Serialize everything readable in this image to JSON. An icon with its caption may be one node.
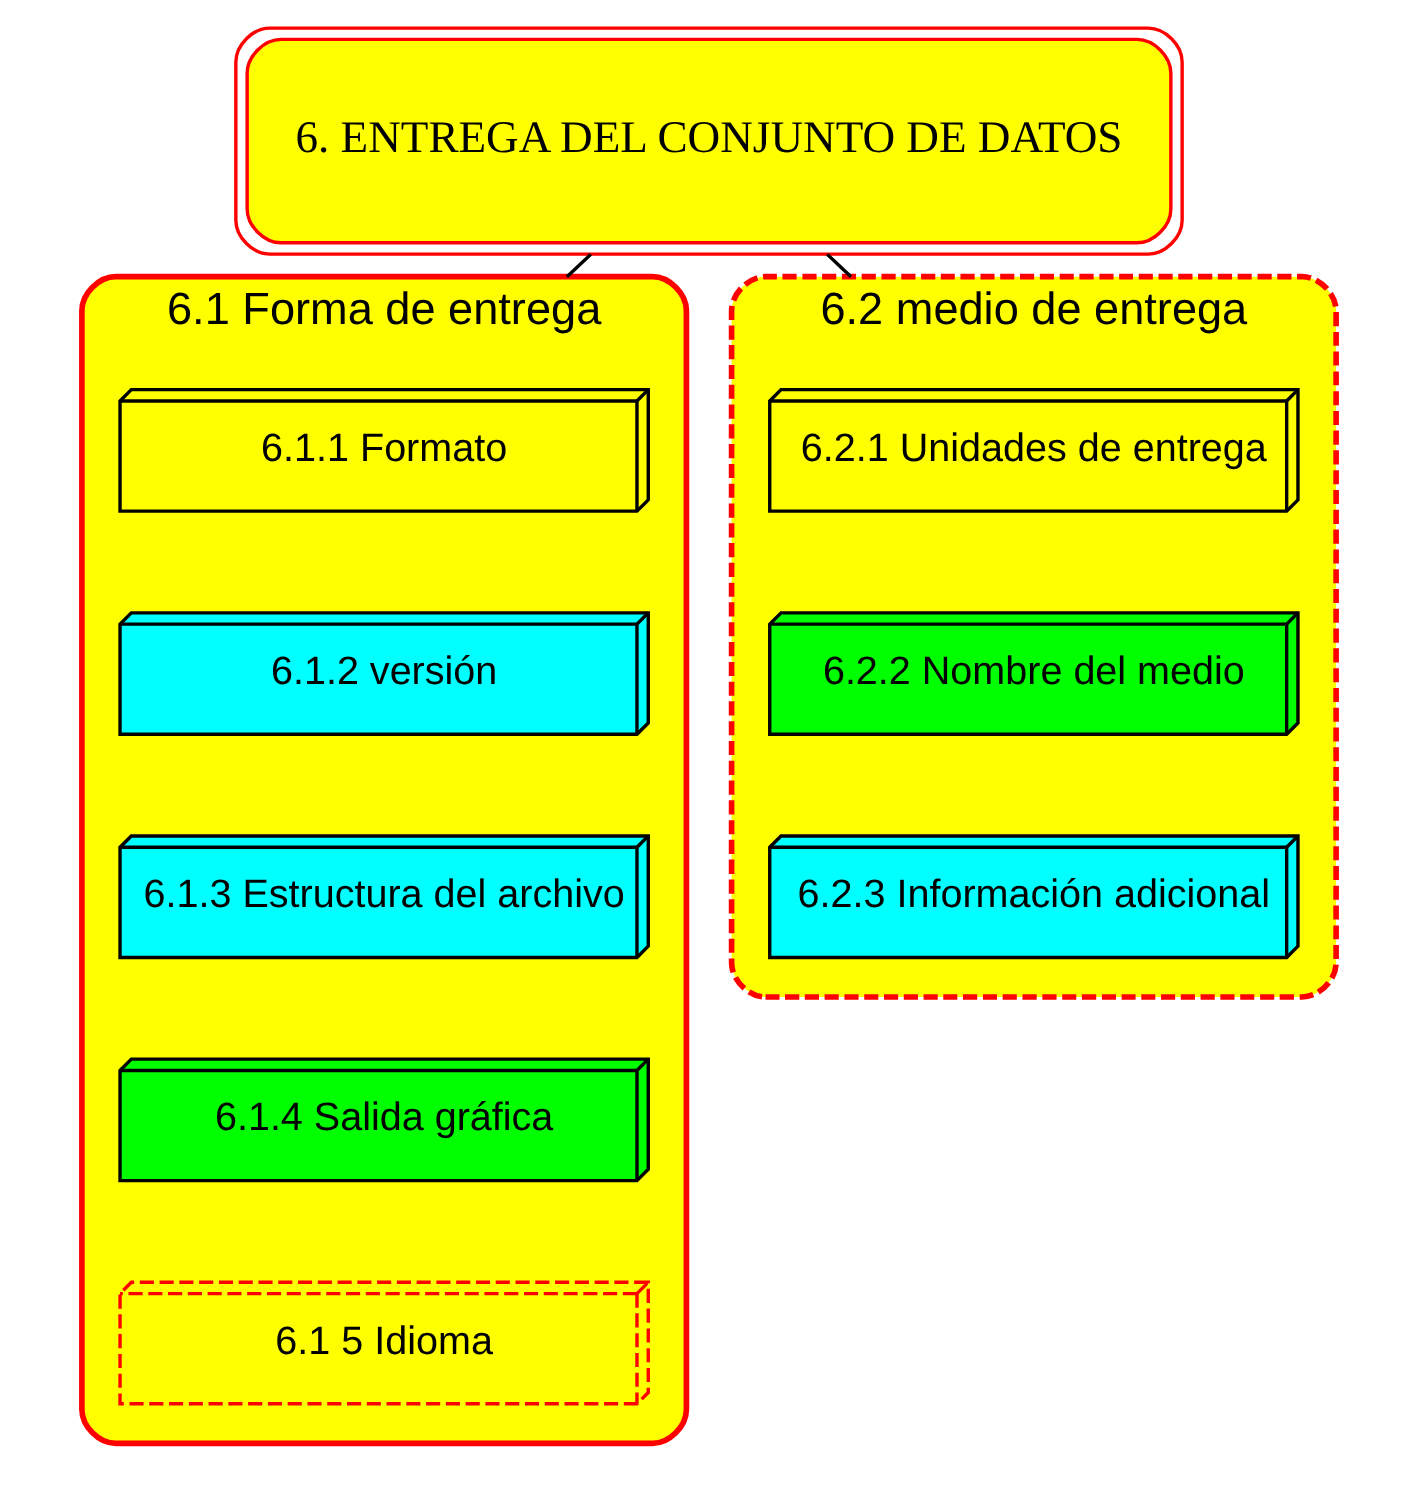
{
  "diagram": {
    "nodes": [
      {
        "text": [
          "6. ENTREGA DEL CONJUNTO DE DATOS"
        ]
      },
      {
        "text": [
          "6.1 Forma de entrega"
        ]
      },
      {
        "text": [
          "6.1.1 Formato"
        ],
        "in": 1
      },
      {
        "text": [
          "6.1.2 versión"
        ],
        "in": 1
      },
      {
        "text": [
          "6.1.3 Estructura del archivo"
        ],
        "in": 1
      },
      {
        "text": [
          "6.1.4 Salida gráfica"
        ],
        "in": 1
      },
      {
        "text": [
          "6.1 5 Idioma"
        ],
        "in": 1
      },
      {
        "text": [
          "6.2 medio de entrega"
        ]
      },
      {
        "text": [
          "6.2.1 Unidades de entrega"
        ],
        "in": 7
      },
      {
        "text": [
          "6.2.2 Nombre del medio"
        ],
        "in": 7
      },
      {
        "text": [
          "6.2.3 Información adicional"
        ],
        "in": 7
      }
    ],
    "edges": [
      {
        "from": 0,
        "to": 1,
        "arrow": "none"
      },
      {
        "from": 0,
        "to": 7,
        "arrow": "none"
      }
    ]
  }
}
